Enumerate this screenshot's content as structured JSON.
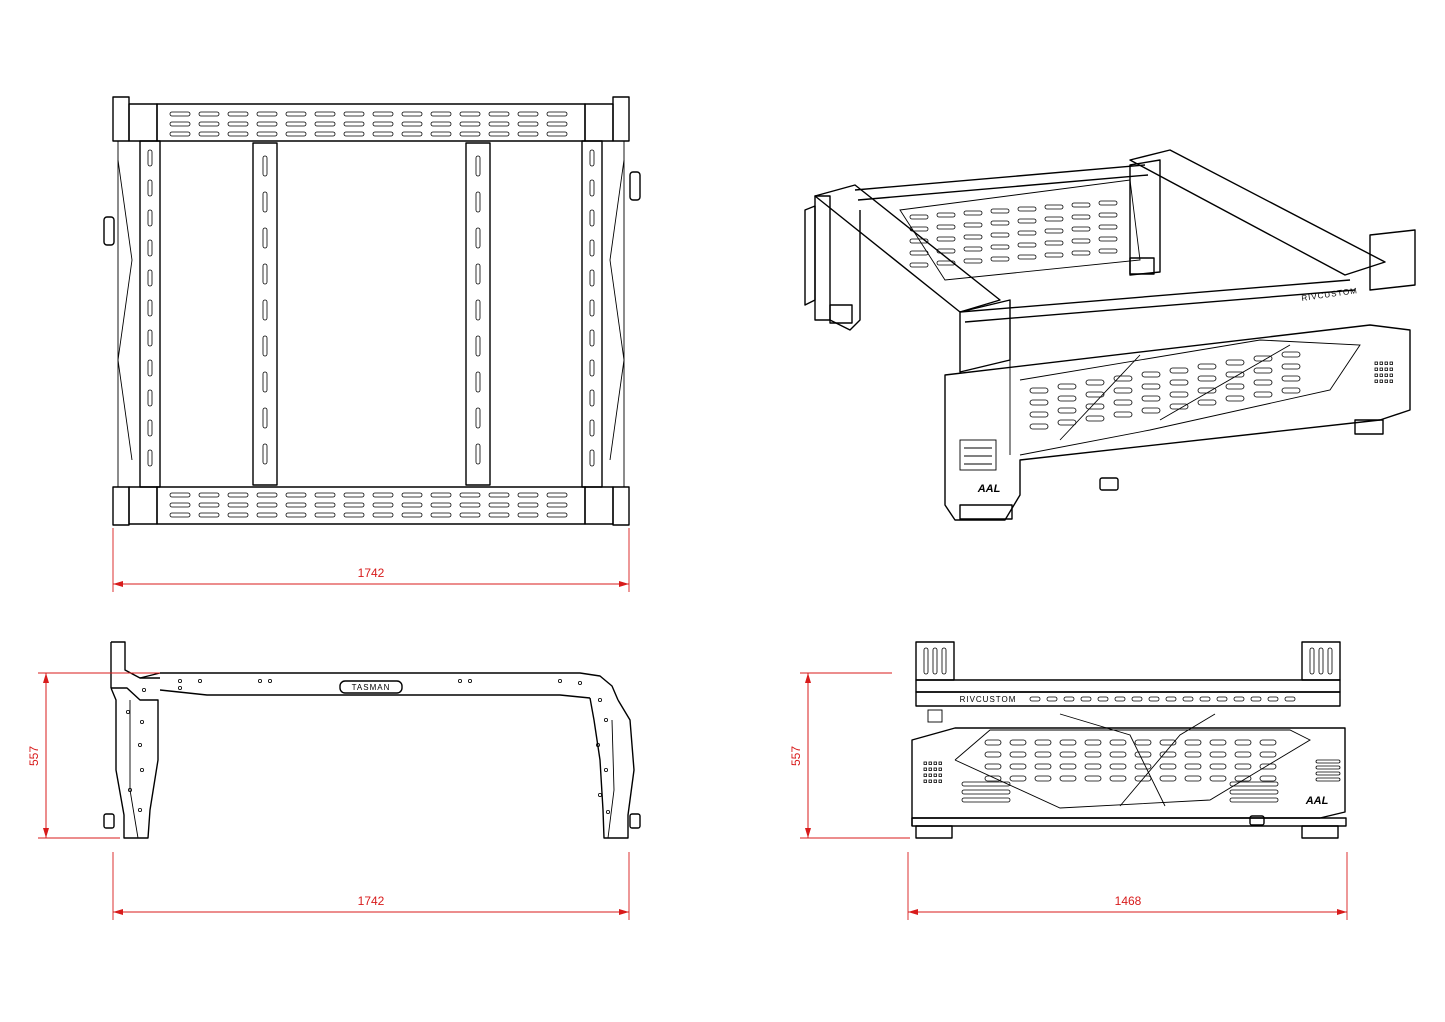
{
  "views": {
    "top": {
      "width_dimension": "1742"
    },
    "side": {
      "width_dimension": "1742",
      "height_dimension": "557",
      "badge_text": "TASMAN"
    },
    "rear": {
      "width_dimension": "1468",
      "height_dimension": "557"
    },
    "isometric": {}
  },
  "branding": {
    "maker_text": "RIVCUSTOM",
    "logo_text": "AAL"
  },
  "colors": {
    "dimension": "#d81b1b",
    "line": "#000000",
    "background": "#ffffff"
  }
}
